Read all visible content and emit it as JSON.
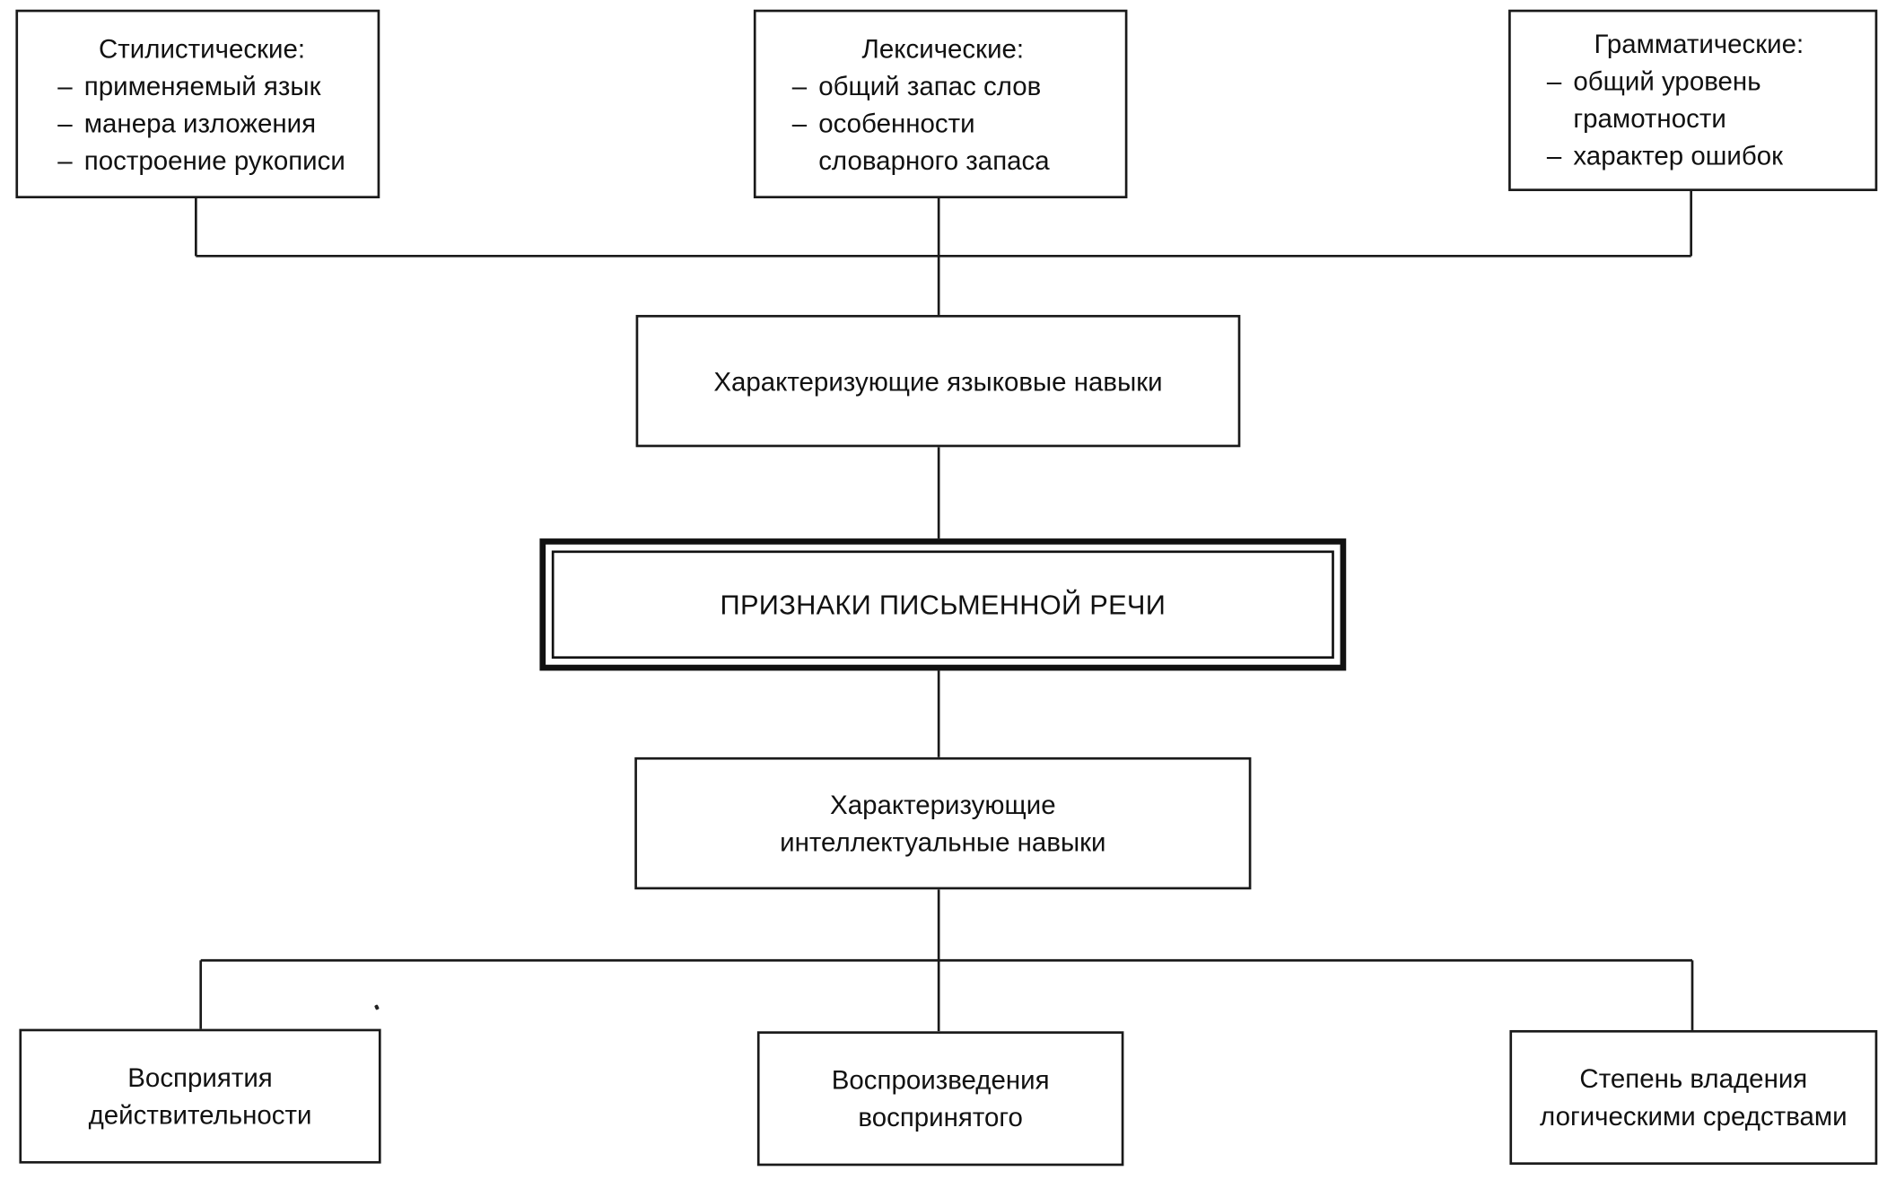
{
  "top": {
    "stylistic": {
      "title": "Стилистические:",
      "items": [
        "применяемый язык",
        "манера изложения",
        "построение рукописи"
      ]
    },
    "lexical": {
      "title": "Лексические:",
      "items": [
        "общий запас слов",
        "особенности",
        "словарного запаса"
      ]
    },
    "grammatical": {
      "title": "Грамматические:",
      "items": [
        "общий уровень",
        "грамотности",
        "характер ошибок"
      ]
    }
  },
  "language_skills": "Характеризующие языковые навыки",
  "main_title": "ПРИЗНАКИ ПИСЬМЕННОЙ РЕЧИ",
  "intellectual_skills": {
    "line1": "Характеризующие",
    "line2": "интеллектуальные навыки"
  },
  "bottom": {
    "perception": {
      "line1": "Восприятия",
      "line2": "действительности"
    },
    "reproduction": {
      "line1": "Воспроизведения",
      "line2": "воспринятого"
    },
    "logic": {
      "line1": "Степень владения",
      "line2": "логическими средствами"
    }
  }
}
